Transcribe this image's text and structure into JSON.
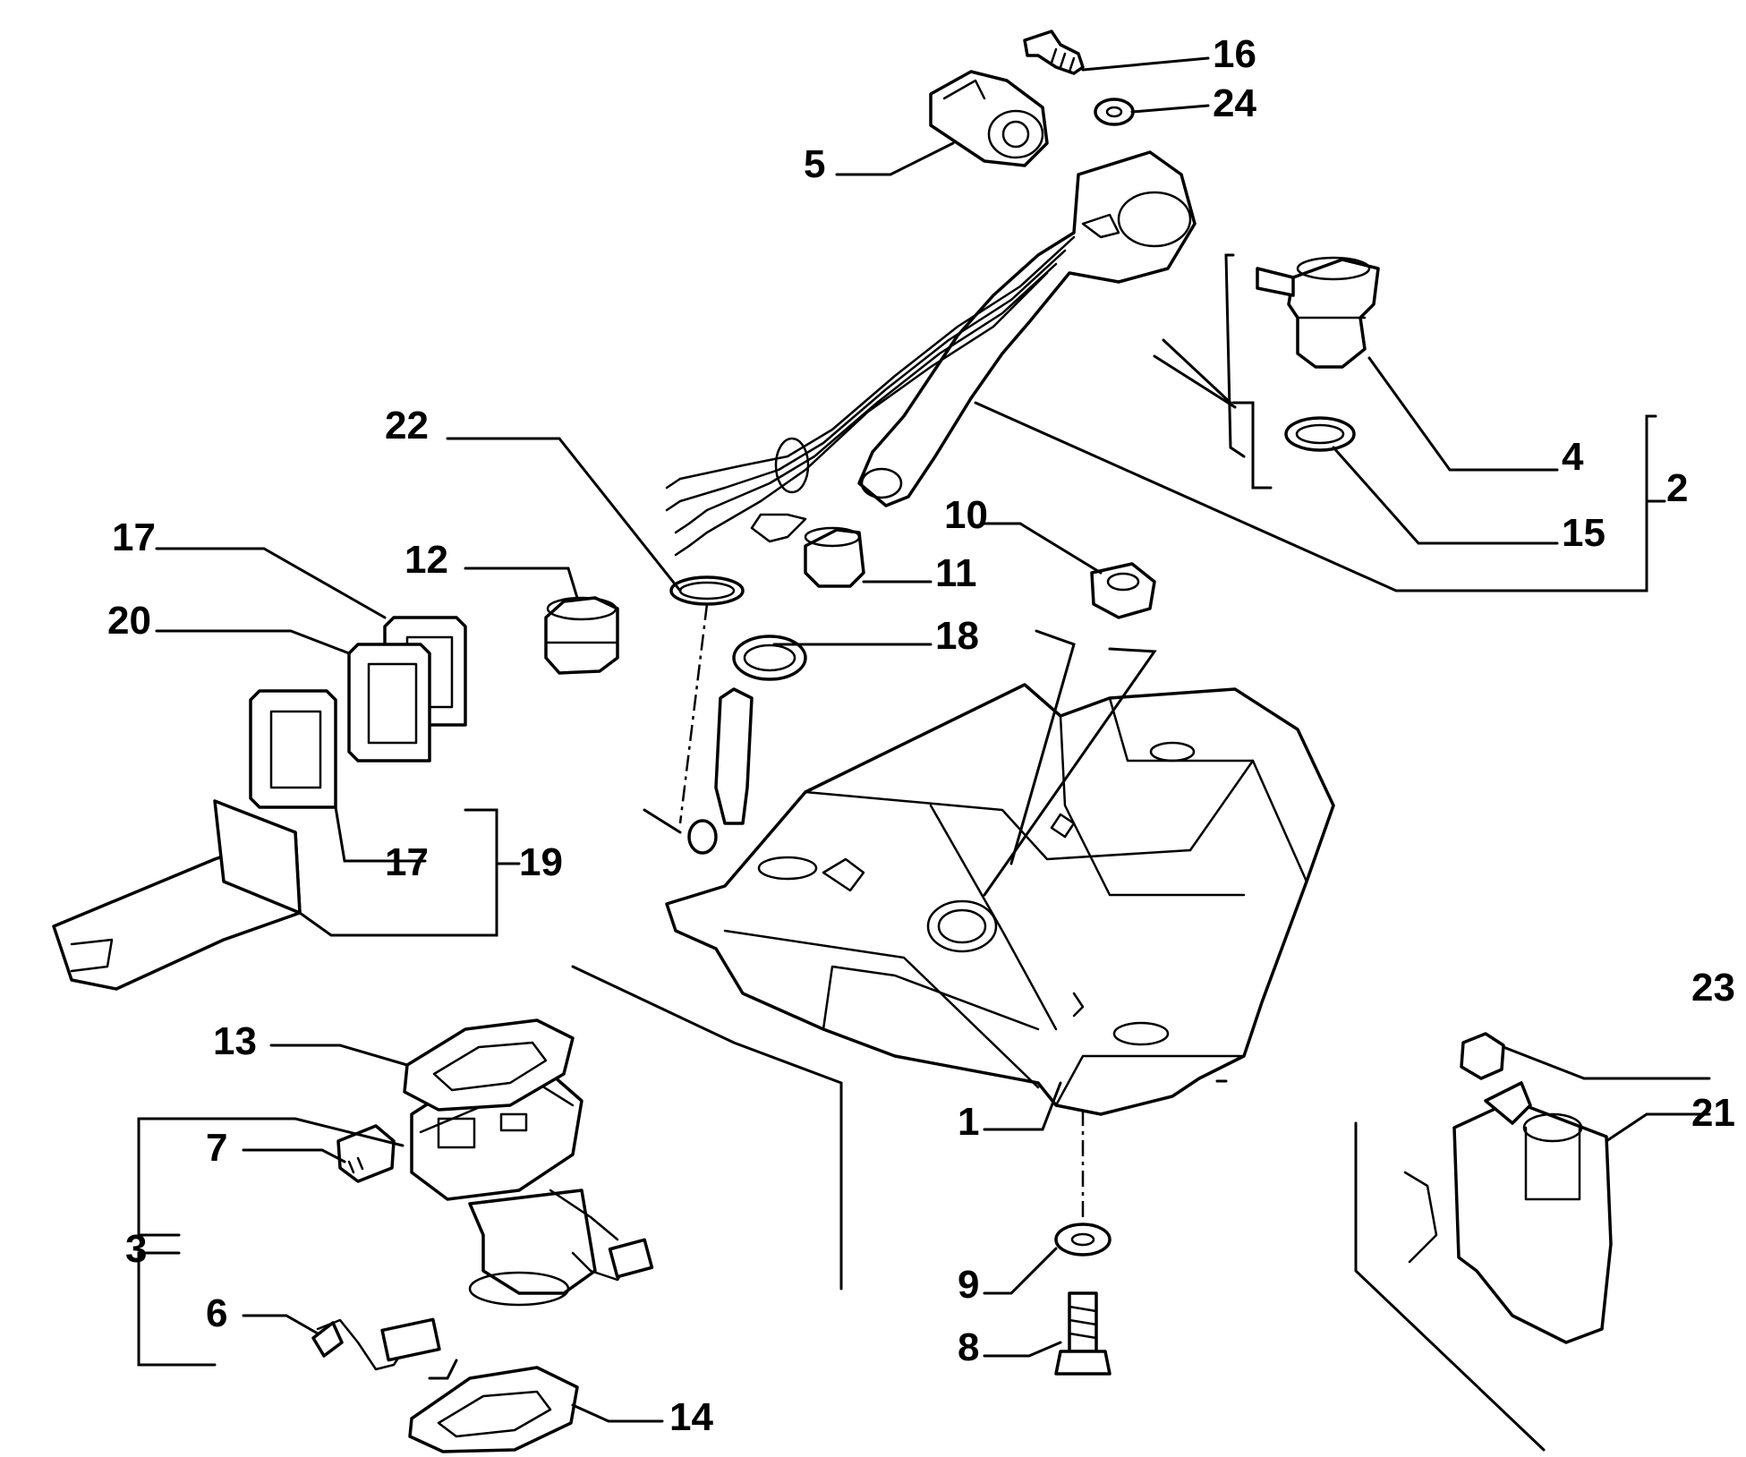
{
  "callouts": {
    "c1": "1",
    "c2": "2",
    "c3": "3",
    "c4": "4",
    "c5": "5",
    "c6": "6",
    "c7": "7",
    "c8": "8",
    "c9": "9",
    "c10": "10",
    "c11": "11",
    "c12": "12",
    "c13": "13",
    "c14": "14",
    "c15": "15",
    "c16": "16",
    "c17a": "17",
    "c17b": "17",
    "c18": "18",
    "c19": "19",
    "c20": "20",
    "c21": "21",
    "c22": "22",
    "c23": "23",
    "c24": "24"
  }
}
